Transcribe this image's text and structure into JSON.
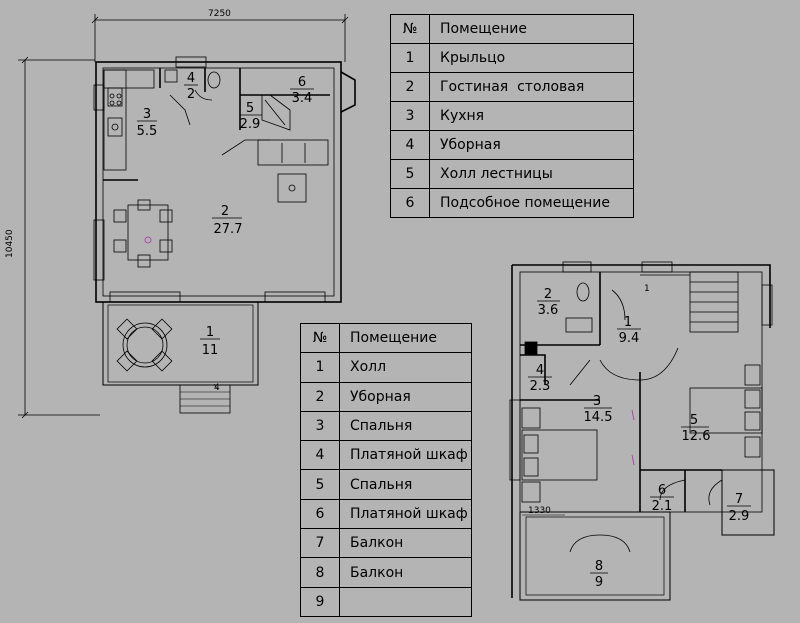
{
  "dimensions": {
    "plan1_width": "7250",
    "plan1_height": "10450",
    "plan2_width": "1330"
  },
  "plan1_rooms": [
    {
      "num": "1",
      "area": "11"
    },
    {
      "num": "2",
      "area": "27.7"
    },
    {
      "num": "3",
      "area": "5.5"
    },
    {
      "num": "4",
      "area": "2"
    },
    {
      "num": "5",
      "area": "2.9"
    },
    {
      "num": "6",
      "area": "3.4"
    }
  ],
  "plan2_rooms": [
    {
      "num": "1",
      "area": "9.4"
    },
    {
      "num": "2",
      "area": "3.6"
    },
    {
      "num": "3",
      "area": "14.5"
    },
    {
      "num": "4",
      "area": "2.3"
    },
    {
      "num": "5",
      "area": "12.6"
    },
    {
      "num": "6",
      "area": "2.1"
    },
    {
      "num": "7",
      "area": "2.9"
    },
    {
      "num": "8",
      "area": "9"
    }
  ],
  "stair_mark_1": "4",
  "stair_mark_2": "1",
  "table1": {
    "header": {
      "num": "№",
      "name": "Помещение"
    },
    "rows": [
      {
        "num": "1",
        "name": "Крыльцо"
      },
      {
        "num": "2",
        "name": "Гостиная  столовая"
      },
      {
        "num": "3",
        "name": "Кухня"
      },
      {
        "num": "4",
        "name": "Уборная"
      },
      {
        "num": "5",
        "name": "Холл лестницы"
      },
      {
        "num": "6",
        "name": "Подсобное помещение"
      }
    ]
  },
  "table2": {
    "header": {
      "num": "№",
      "name": "Помещение"
    },
    "rows": [
      {
        "num": "1",
        "name": "Холл"
      },
      {
        "num": "2",
        "name": "Уборная"
      },
      {
        "num": "3",
        "name": "Спальня"
      },
      {
        "num": "4",
        "name": "Платяной шкаф"
      },
      {
        "num": "5",
        "name": "Спальня"
      },
      {
        "num": "6",
        "name": "Платяной шкаф"
      },
      {
        "num": "7",
        "name": "Балкон"
      },
      {
        "num": "8",
        "name": "Балкон"
      },
      {
        "num": "9",
        "name": ""
      }
    ]
  }
}
